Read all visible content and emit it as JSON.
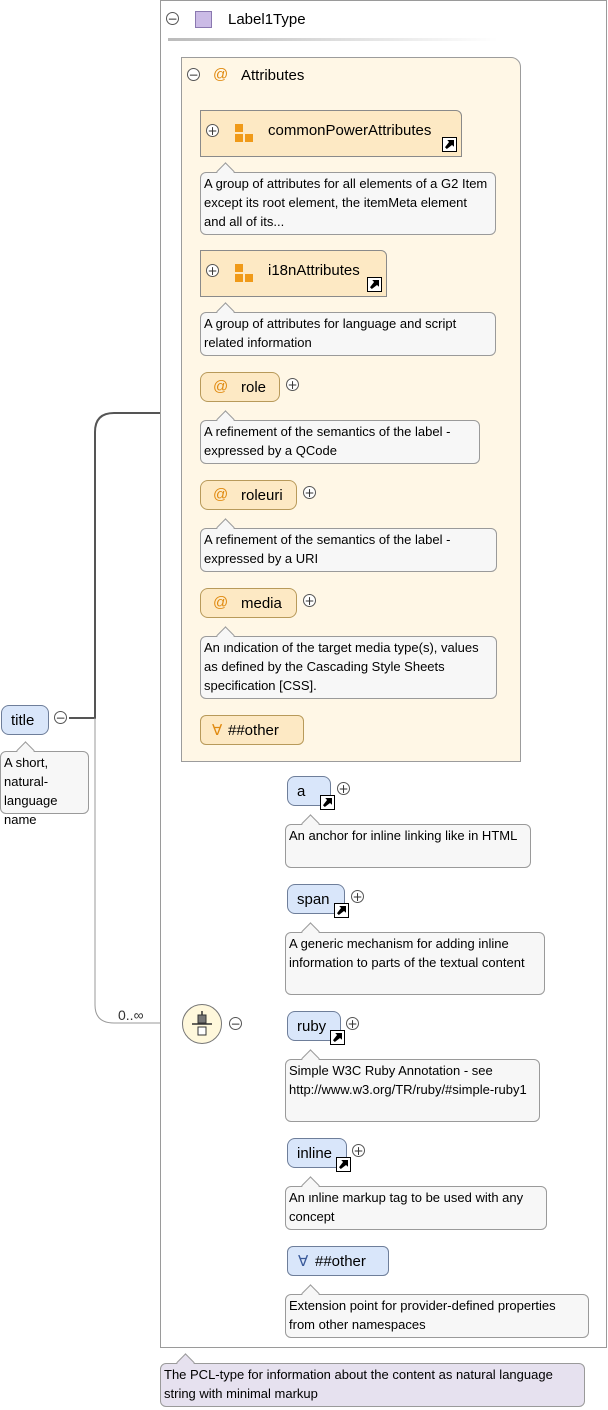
{
  "type_box": {
    "title": "Label1Type",
    "description": "The PCL-type for information about the content as natural language string with minimal markup"
  },
  "attributes": {
    "title": "Attributes",
    "groups": [
      {
        "name": "commonPowerAttributes",
        "description": "A group of attributes for all elements of a G2 Item except its root element, the itemMeta element and all of its..."
      },
      {
        "name": "i18nAttributes",
        "description": "A group of attributes for language and script related information"
      }
    ],
    "items": [
      {
        "name": "role",
        "description": "A refinement of the semantics of the label - expressed by a QCode"
      },
      {
        "name": "roleuri",
        "description": "A refinement of the semantics of the label - expressed by a URI"
      },
      {
        "name": "media",
        "description": "An indication of the target media type(s), values as defined by the Cascading Style Sheets specification [CSS]."
      }
    ],
    "other": "##other",
    "at_symbol": "@"
  },
  "root_element": {
    "name": "title",
    "description": "A short, natural-language name"
  },
  "choice": {
    "cardinality": "0..∞"
  },
  "children": [
    {
      "name": "a",
      "description": "An anchor for inline linking like in HTML"
    },
    {
      "name": "span",
      "description": "A generic mechanism for adding inline information to parts of the textual content"
    },
    {
      "name": "ruby",
      "description": "Simple W3C Ruby Annotation - see http://www.w3.org/TR/ruby/#simple-ruby1"
    },
    {
      "name": "inline",
      "description": "An inline markup tag to be used with any concept"
    }
  ],
  "child_other": {
    "name": "##other",
    "description": "Extension point for provider-defined properties from other namespaces"
  },
  "symbols": {
    "collapse": "−",
    "expand": "+",
    "wildcard": "∀"
  },
  "colors": {
    "attribute_fill": "#fde9c4",
    "element_fill": "#d9e6fa",
    "panel_fill": "#fff7e6",
    "type_note_fill": "#e6e1ef",
    "icon_orange": "#f09a18"
  }
}
